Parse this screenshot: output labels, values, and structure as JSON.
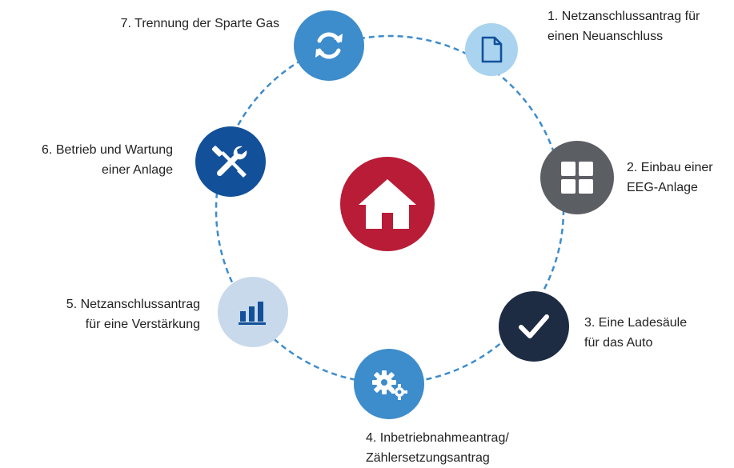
{
  "center": {
    "icon": "home-icon",
    "color": "#b91c37"
  },
  "ring_color": "#3d8ccc",
  "steps": [
    {
      "line1": "1. Netzanschlussantrag für",
      "line2": "einen Neuanschluss",
      "icon": "document-icon",
      "color": "#a9d3ee"
    },
    {
      "line1": "2. Einbau einer",
      "line2": "EEG-Anlage",
      "icon": "grid-icon",
      "color": "#5b5e63"
    },
    {
      "line1": "3. Eine Ladesäule",
      "line2": "für das Auto",
      "icon": "checkmark-icon",
      "color": "#1d2b43"
    },
    {
      "line1": "4. Inbetriebnahmeantrag/",
      "line2": "Zählersetzungsantrag",
      "icon": "gears-icon",
      "color": "#3d8ccc"
    },
    {
      "line1": "5. Netzanschlussantrag",
      "line2": "für eine Verstärkung",
      "icon": "bar-chart-icon",
      "color": "#c7d9ea"
    },
    {
      "line1": "6. Betrieb und Wartung",
      "line2": "einer Anlage",
      "icon": "tools-icon",
      "color": "#12509a"
    },
    {
      "line1": "7. Trennung der Sparte Gas",
      "line2": "",
      "icon": "refresh-icon",
      "color": "#3d8ccc"
    }
  ]
}
